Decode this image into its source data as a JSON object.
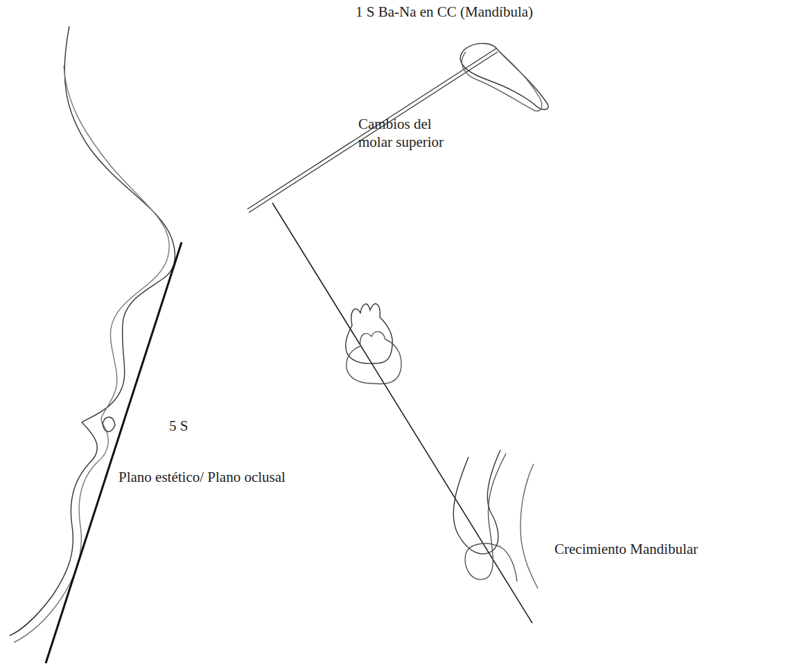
{
  "diagram": {
    "labels": [
      "1 S Ba-Na en CC (Mandíbula)",
      "Cambios del molar superior",
      "5 S",
      "Plano estético/ Plano oclusal",
      "Crecimiento Mandibular"
    ]
  }
}
